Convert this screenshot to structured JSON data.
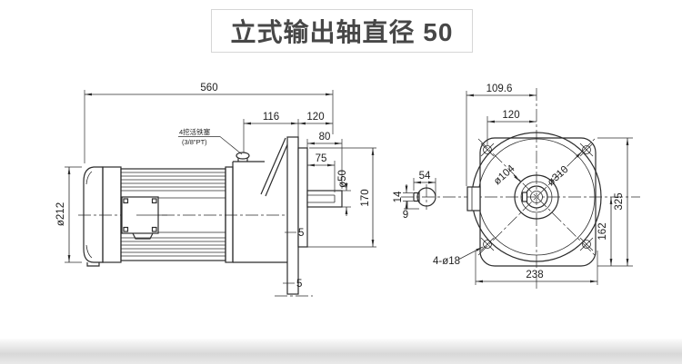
{
  "title": "立式输出轴直径 50",
  "side_view": {
    "overall_length": "560",
    "motor_diameter": "ø212",
    "dim_116": "116",
    "dim_120": "120",
    "dim_80": "80",
    "dim_75": "75",
    "shaft_diameter": "ø50",
    "dim_170": "170",
    "dim_5_upper": "5",
    "dim_5_lower": "5",
    "vent_label": "4挖活铁塞",
    "vent_thread": "(3/8\"PT)"
  },
  "front_view": {
    "dim_109_6": "109.6",
    "dim_120": "120",
    "dim_54": "54",
    "dim_14": "14",
    "dim_9": "9",
    "dim_104": "ø104",
    "dim_310": "ø310",
    "bolt_holes": "4-ø18",
    "dim_325": "325",
    "dim_162": "162",
    "dim_238": "238"
  }
}
